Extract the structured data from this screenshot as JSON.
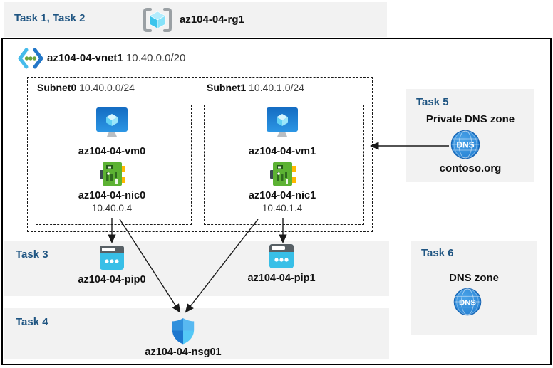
{
  "colors": {
    "task_title": "#1F5582",
    "band_bg": "#F2F2F2",
    "frame_border": "#000000",
    "dns_blue": "#2F8CE0",
    "pip_cyan": "#38BFE7",
    "nic_green": "#5CB233",
    "vm_blue": "#1573C8",
    "arrow": "#1A1A1A"
  },
  "header": {
    "tasks_label": "Task 1, Task 2",
    "resource_group": "az104-04-rg1"
  },
  "vnet": {
    "name": "az104-04-vnet1",
    "cidr": "10.40.0.0/20"
  },
  "subnets": [
    {
      "name": "Subnet0",
      "cidr": "10.40.0.0/24",
      "vm_name": "az104-04-vm0",
      "nic_name": "az104-04-nic0",
      "nic_ip": "10.40.0.4"
    },
    {
      "name": "Subnet1",
      "cidr": "10.40.1.0/24",
      "vm_name": "az104-04-vm1",
      "nic_name": "az104-04-nic1",
      "nic_ip": "10.40.1.4"
    }
  ],
  "task3": {
    "title": "Task 3",
    "pip0": "az104-04-pip0",
    "pip1": "az104-04-pip1"
  },
  "task4": {
    "title": "Task 4",
    "nsg_name": "az104-04-nsg01"
  },
  "task5": {
    "title": "Task 5",
    "heading": "Private DNS zone",
    "zone_name": "contoso.org",
    "icon_text": "DNS"
  },
  "task6": {
    "title": "Task 6",
    "heading": "DNS zone",
    "icon_text": "DNS"
  }
}
